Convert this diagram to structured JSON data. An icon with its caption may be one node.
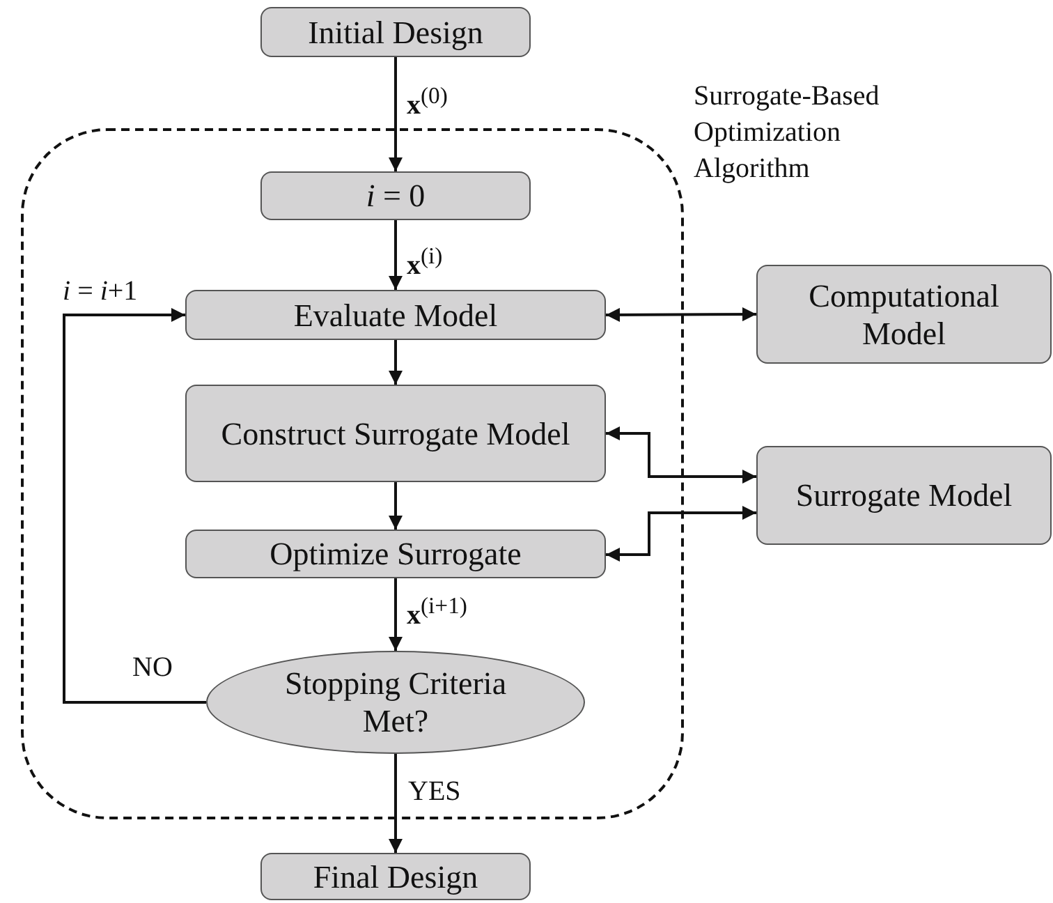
{
  "diagram": {
    "nodes": [
      {
        "text": [
          "Surrogate-Based Optimization Algorithm"
        ]
      },
      {
        "text": [
          "Initial Design"
        ]
      },
      {
        "text": [
          "*i* = 0"
        ],
        "in": 0
      },
      {
        "text": [
          "Evaluate Model"
        ],
        "in": 0
      },
      {
        "text": [
          "Construct Surrogate Model"
        ],
        "in": 0
      },
      {
        "text": [
          "Optimize Surrogate"
        ],
        "in": 0
      },
      {
        "text": [
          "Stopping Criteria Met?"
        ],
        "in": 0
      },
      {
        "text": [
          "Final Design"
        ]
      },
      {
        "text": [
          "Computational Model"
        ]
      },
      {
        "text": [
          "Surrogate Model"
        ]
      }
    ],
    "edges": [
      {
        "from": 1,
        "to": 2,
        "arrow": "to",
        "label": "**x**$^{(0)}$"
      },
      {
        "from": 2,
        "to": 3,
        "arrow": "to",
        "label": "**x**$^{(i)}$"
      },
      {
        "from": 3,
        "to": 4,
        "arrow": "to"
      },
      {
        "from": 4,
        "to": 5,
        "arrow": "to"
      },
      {
        "from": 5,
        "to": 6,
        "arrow": "to",
        "label": "**x**$^{(i+1)}$"
      },
      {
        "from": 6,
        "to": 3,
        "arrow": "to",
        "label": "NO"
      },
      {
        "from": 6,
        "to": 7,
        "arrow": "to",
        "label": "YES"
      },
      {
        "from": 3,
        "to": 8,
        "arrow": "both"
      },
      {
        "from": 4,
        "to": 9,
        "arrow": "both"
      },
      {
        "from": 5,
        "to": 9,
        "arrow": "both"
      }
    ],
    "labels": [
      "*i* = *i*+1"
    ]
  }
}
